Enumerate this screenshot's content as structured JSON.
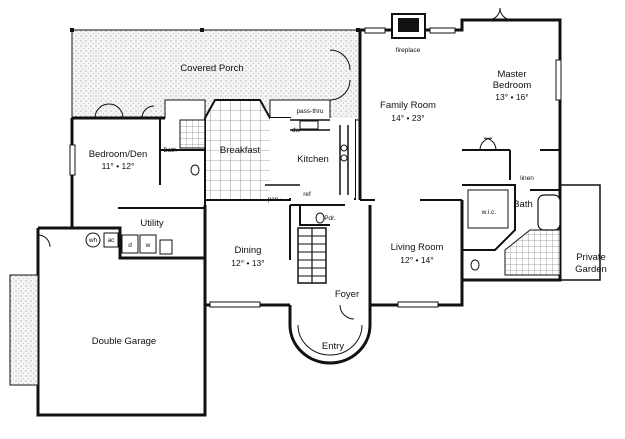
{
  "rooms": {
    "covered_porch": "Covered Porch",
    "family_room": "Family Room",
    "family_room_dims": "14° • 23°",
    "fireplace": "fireplace",
    "master_bedroom_line1": "Master",
    "master_bedroom_line2": "Bedroom",
    "master_bedroom_dims": "13° • 16°",
    "bedroom_den": "Bedroom/Den",
    "bedroom_den_dims": "11° • 12°",
    "bath_small": "Bath",
    "breakfast": "Breakfast",
    "kitchen": "Kitchen",
    "pass_thru": "pass-thru",
    "dw": "dw",
    "pan": "pan",
    "ref": "ref",
    "pdr": "Pdr.",
    "linen": "linen",
    "wic": "w.i.c.",
    "master_bath": "Bath",
    "utility": "Utility",
    "wh": "wh",
    "ac": "ac",
    "dryer": "d",
    "washer": "w",
    "dining": "Dining",
    "dining_dims": "12° • 13°",
    "living_room": "Living Room",
    "living_room_dims": "12° • 14°",
    "private_garden_line1": "Private",
    "private_garden_line2": "Garden",
    "foyer": "Foyer",
    "entry": "Entry",
    "double_garage": "Double Garage"
  },
  "colors": {
    "wall": "#111111",
    "porch_fill": "#e6e6e6",
    "tile_line": "#555555"
  }
}
